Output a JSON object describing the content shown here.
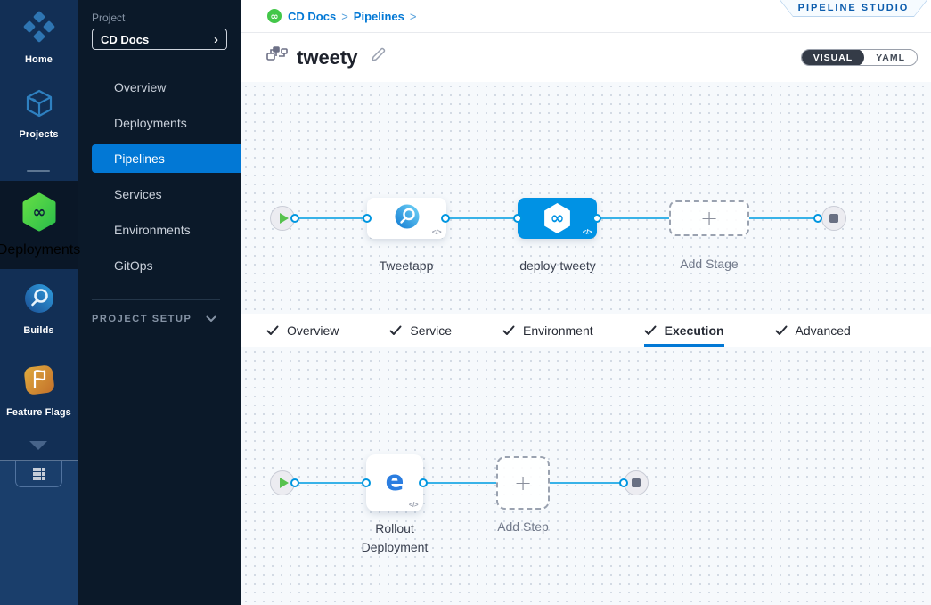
{
  "colors": {
    "accent": "#0278d5",
    "node_blue": "#0092e4",
    "connector": "#38b2e8",
    "brand_green": "#43c749"
  },
  "module_nav": {
    "items": [
      {
        "label": "Home"
      },
      {
        "label": "Projects"
      },
      {
        "label": "Deployments",
        "active": true
      },
      {
        "label": "Builds"
      },
      {
        "label": "Feature Flags"
      }
    ]
  },
  "project_sidebar": {
    "section_label": "Project",
    "project_name": "CD Docs",
    "menu": [
      "Overview",
      "Deployments",
      "Pipelines",
      "Services",
      "Environments",
      "GitOps"
    ],
    "active_item": "Pipelines",
    "setup_label": "PROJECT SETUP"
  },
  "header": {
    "breadcrumb": [
      "CD Docs",
      "Pipelines"
    ],
    "badge": "PIPELINE STUDIO",
    "pipeline_title": "tweety",
    "view_toggle": {
      "visual": "VISUAL",
      "yaml": "YAML",
      "selected": "VISUAL"
    }
  },
  "tabs": {
    "items": [
      "Overview",
      "Service",
      "Environment",
      "Execution",
      "Advanced"
    ],
    "active": "Execution"
  },
  "stage_pipeline": {
    "stage1_label": "Tweetapp",
    "stage2_label": "deploy tweety",
    "selected_stage": "deploy tweety",
    "add_stage_label": "Add Stage"
  },
  "execution_pipeline": {
    "step1_label": "Rollout Deployment",
    "add_step_label": "Add Step"
  },
  "icons": {
    "infinity_glyph": "∞",
    "code_glyph": "</>",
    "chevron_right_glyph": "›",
    "breadcrumb_separator": ">",
    "rollout_glyph": "e"
  }
}
